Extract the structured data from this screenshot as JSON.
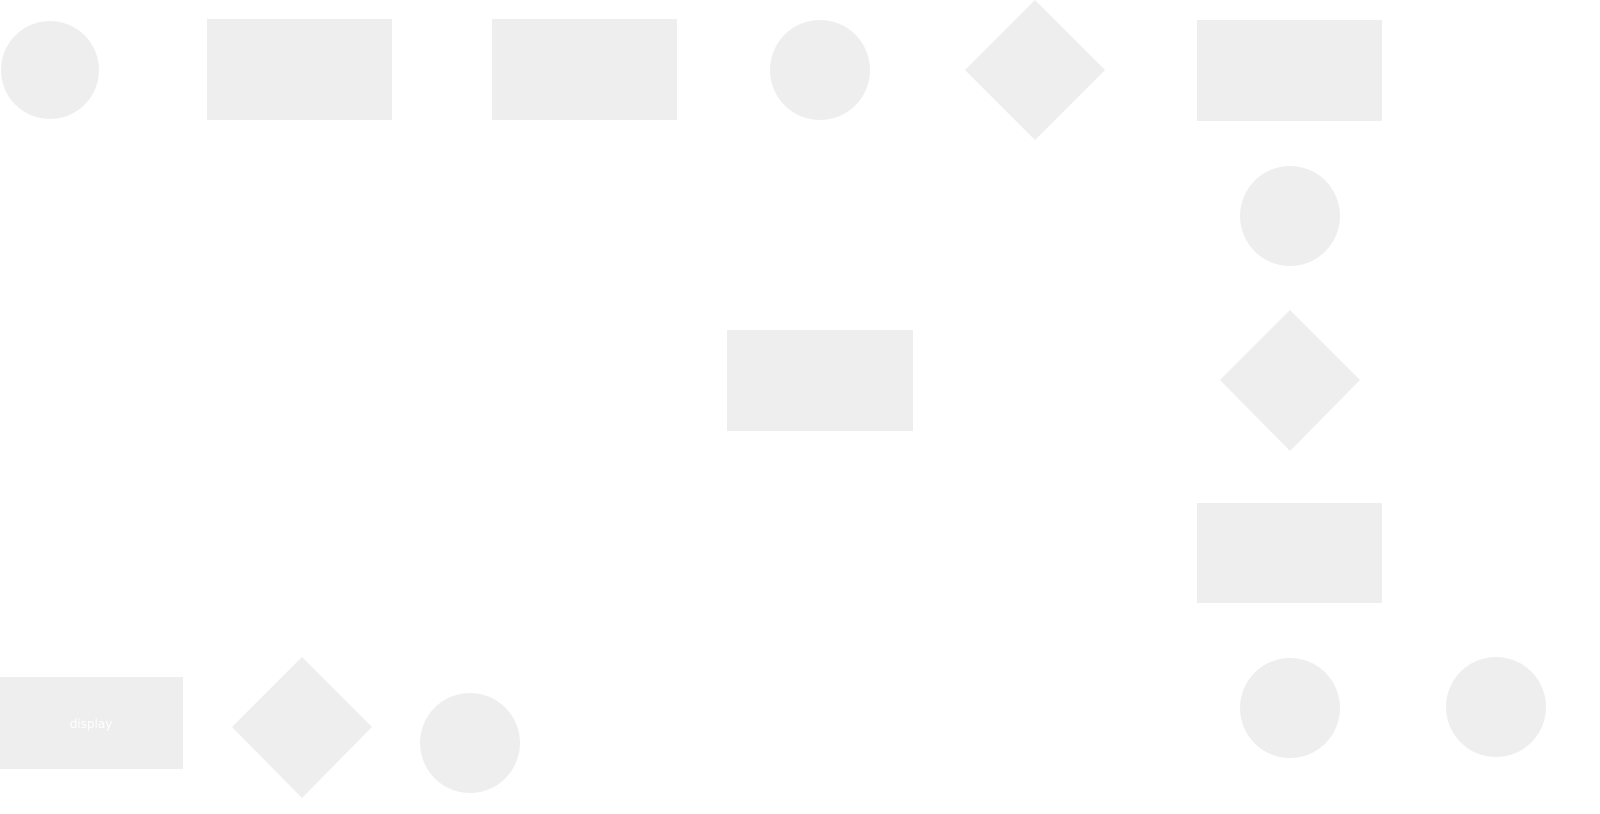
{
  "diagram": {
    "colors": {
      "background": "#ffffff",
      "shape_fill": "#eeeeee",
      "label_text": "#ffffff"
    },
    "nodes": [
      {
        "id": "circle-1",
        "shape": "circle",
        "label": ""
      },
      {
        "id": "rect-1",
        "shape": "rectangle",
        "label": ""
      },
      {
        "id": "rect-2",
        "shape": "rectangle",
        "label": ""
      },
      {
        "id": "circle-2",
        "shape": "circle",
        "label": ""
      },
      {
        "id": "diamond-1",
        "shape": "diamond",
        "label": ""
      },
      {
        "id": "rect-3",
        "shape": "rectangle",
        "label": ""
      },
      {
        "id": "circle-3",
        "shape": "circle",
        "label": ""
      },
      {
        "id": "rect-4",
        "shape": "rectangle",
        "label": ""
      },
      {
        "id": "diamond-2",
        "shape": "diamond",
        "label": ""
      },
      {
        "id": "rect-5",
        "shape": "rectangle",
        "label": ""
      },
      {
        "id": "rect-display",
        "shape": "rectangle",
        "label": "display"
      },
      {
        "id": "diamond-3",
        "shape": "diamond",
        "label": ""
      },
      {
        "id": "circle-4",
        "shape": "circle",
        "label": ""
      },
      {
        "id": "circle-5",
        "shape": "circle",
        "label": ""
      },
      {
        "id": "circle-6",
        "shape": "circle",
        "label": ""
      }
    ]
  }
}
